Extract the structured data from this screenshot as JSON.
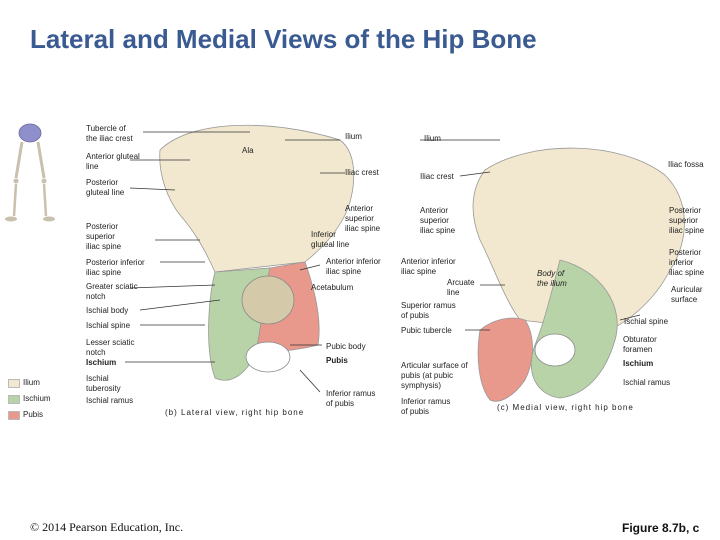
{
  "title": "Lateral and Medial Views of the Hip Bone",
  "copyright": "© 2014 Pearson Education, Inc.",
  "figure_label": "Figure 8.7b, c",
  "colors": {
    "ilium": "#f2e8cf",
    "ischium": "#b9d3a8",
    "pubis": "#e8998c",
    "title": "#3a5a92"
  },
  "legend": [
    {
      "label": "Ilium",
      "color": "#f2e8cf"
    },
    {
      "label": "Ischium",
      "color": "#b9d3a8"
    },
    {
      "label": "Pubis",
      "color": "#e8998c"
    }
  ],
  "lateral": {
    "caption": "(b) Lateral view, right hip bone",
    "labels": {
      "tubercle": "Tubercle of\nthe iliac crest",
      "ala": "Ala",
      "ilium": "Ilium",
      "anterior_gluteal": "Anterior gluteal\nline",
      "posterior_gluteal": "Posterior\ngluteal line",
      "iliac_crest": "Iliac crest",
      "ant_sup_spine": "Anterior\nsuperior\niliac spine",
      "inferior_gluteal": "Inferior\ngluteal line",
      "post_sup_spine": "Posterior\nsuperior\niliac spine",
      "post_inf_spine": "Posterior inferior\niliac spine",
      "ant_inf_spine": "Anterior inferior\niliac spine",
      "greater_sciatic": "Greater sciatic\nnotch",
      "acetabulum": "Acetabulum",
      "ischial_body": "Ischial body",
      "ischial_spine": "Ischial spine",
      "lesser_sciatic": "Lesser sciatic\nnotch",
      "ischium": "Ischium",
      "pubic_body": "Pubic body",
      "pubis": "Pubis",
      "ischial_tuberosity": "Ischial\ntuberosity",
      "ischial_ramus": "Ischial ramus",
      "inferior_ramus": "Inferior ramus\nof pubis"
    }
  },
  "medial": {
    "caption": "(c) Medial view, right hip bone",
    "labels": {
      "ilium": "Ilium",
      "iliac_fossa": "Iliac fossa",
      "iliac_crest": "Iliac crest",
      "ant_sup_spine": "Anterior\nsuperior\niliac spine",
      "post_sup_spine": "Posterior\nsuperior\niliac spine",
      "ant_inf_spine": "Anterior inferior\niliac spine",
      "post_inf_spine": "Posterior\ninferior\niliac spine",
      "arcuate_line": "Arcuate\nline",
      "body_ilium": "Body of\nthe ilium",
      "auricular": "Auricular\nsurface",
      "superior_ramus": "Superior ramus\nof pubis",
      "ischial_spine": "Ischial spine",
      "pubic_tubercle": "Pubic tubercle",
      "obturator": "Obturator\nforamen",
      "ischium": "Ischium",
      "articular": "Articular surface of\npubis (at pubic\nsymphysis)",
      "ischial_ramus": "Ischial ramus",
      "inferior_ramus": "Inferior ramus\nof pubis"
    }
  }
}
